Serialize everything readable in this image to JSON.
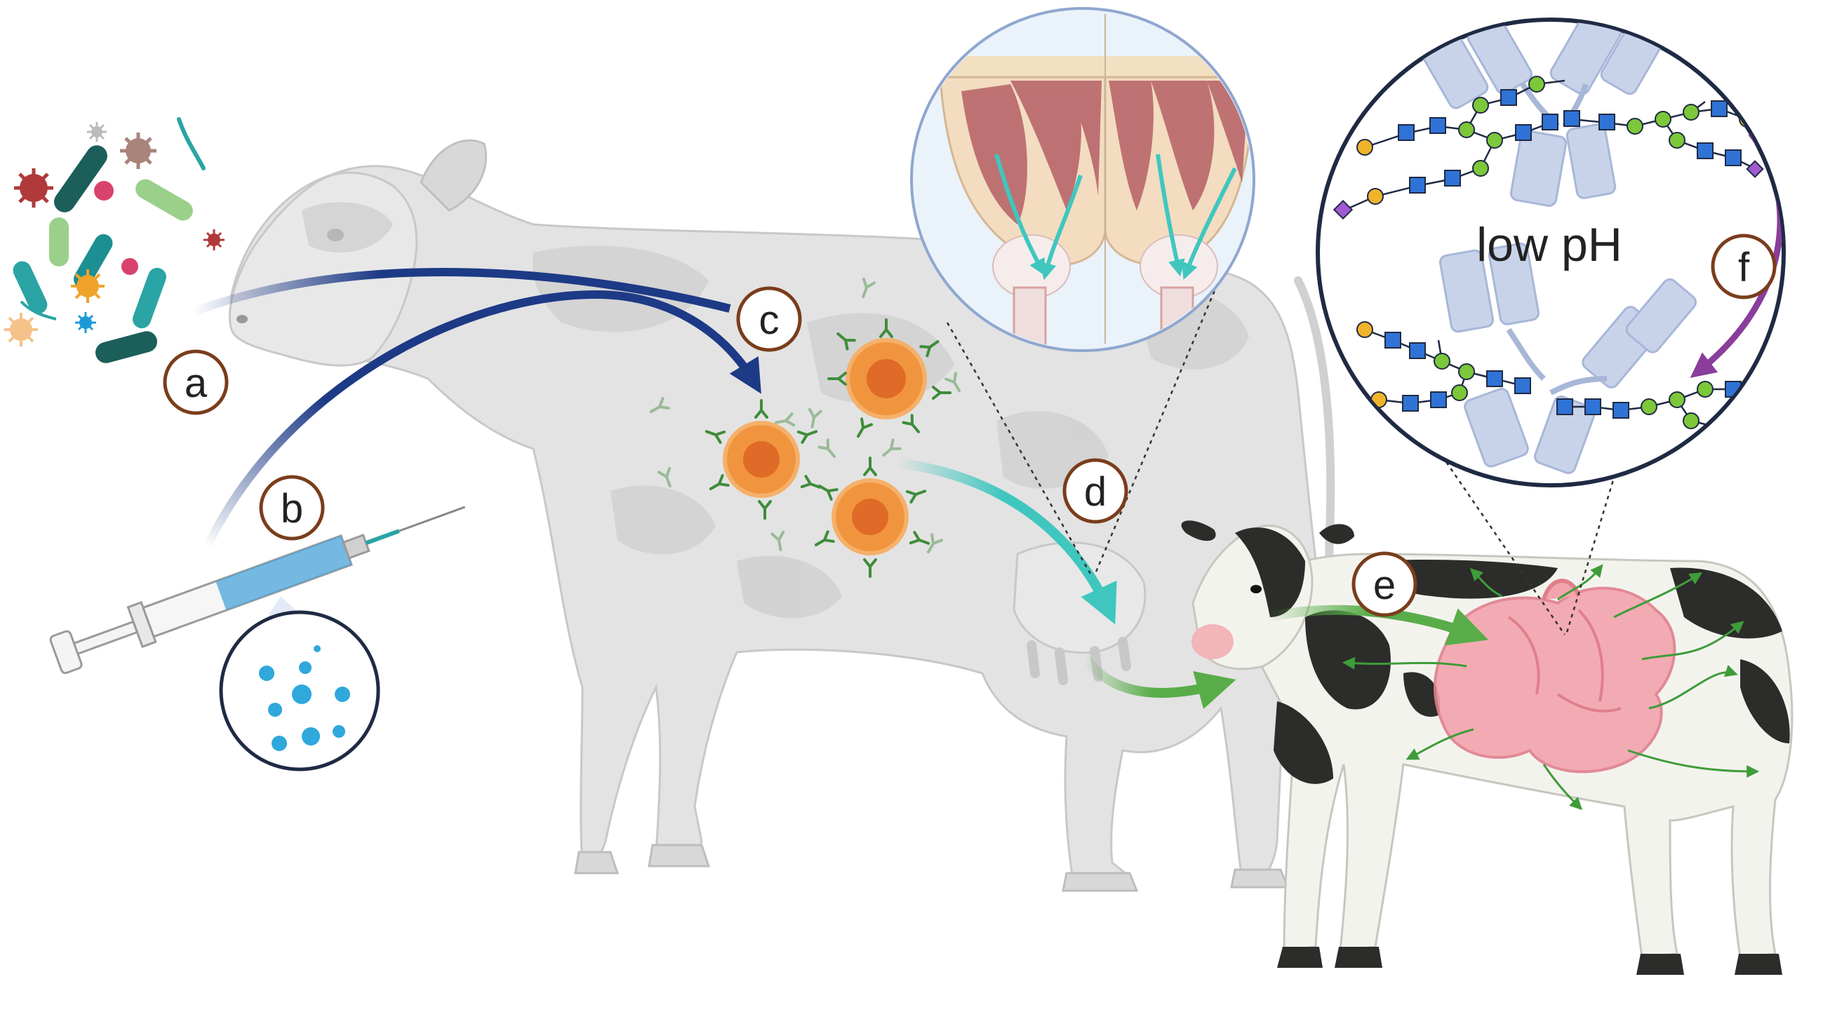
{
  "labels": {
    "a": "a",
    "b": "b",
    "c": "c",
    "d": "d",
    "e": "e",
    "f": "f"
  },
  "inset_text": "low pH",
  "colors": {
    "cow_body": "#e3e3e3",
    "cow_patch": "#d0d0d0",
    "label_ring": "#7a3d1c",
    "arrow_blue": "#1d3a86",
    "arrow_teal": "#3fc7bf",
    "arrow_green": "#58ad49",
    "arrow_purple": "#8a3d9b",
    "cell_orange": "#f0953d",
    "cell_core": "#e06a28",
    "antibody_green": "#3f8c3a",
    "stomach_pink": "#f4a4ad",
    "glycan_blue": "#2f73d6",
    "glycan_green": "#7cc73a",
    "glycan_yellow": "#f0b32a",
    "glycan_purple": "#a15ad0"
  },
  "icons": [
    "microbe-icon",
    "virus-icon",
    "bacteria-icon",
    "syringe-icon",
    "antibody-icon",
    "immune-cell-icon",
    "udder-icon",
    "stomach-icon",
    "glycan-icon"
  ]
}
